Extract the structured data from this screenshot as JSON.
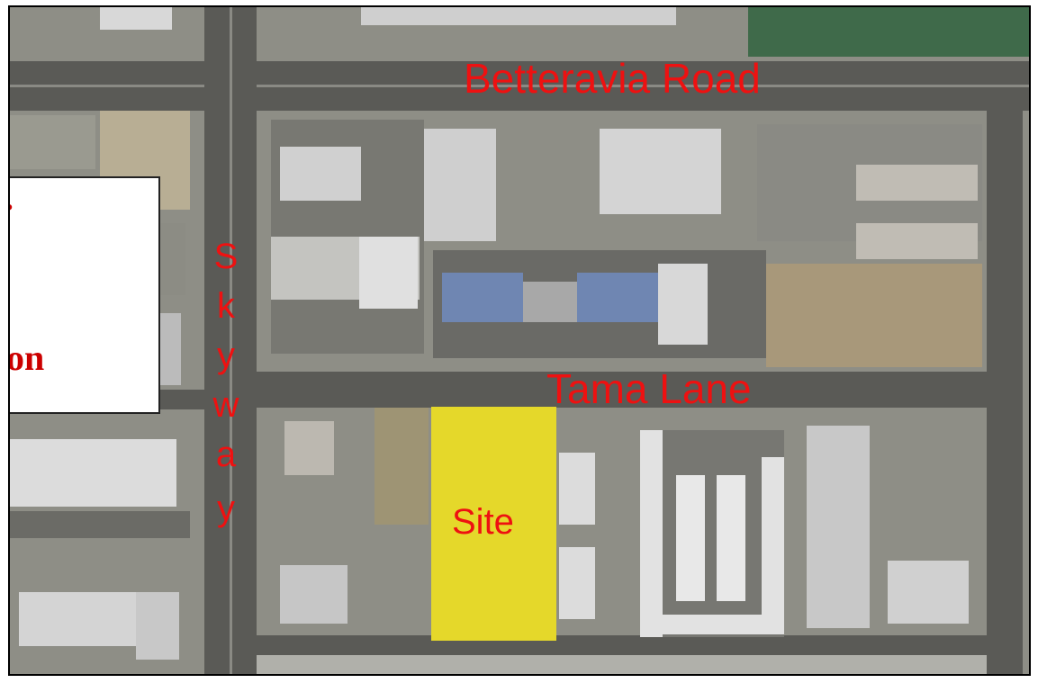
{
  "map": {
    "labels": {
      "north_road": "Betteravia Road",
      "middle_road": "Tama Lane",
      "west_road_letters": [
        "S",
        "k",
        "y",
        "w",
        "a",
        "y"
      ],
      "site": "Site"
    },
    "callout": {
      "line1": ".",
      "line2": "on"
    },
    "colors": {
      "label": "#ee1111",
      "site_highlight": "#e5d82a",
      "callout_text": "#cc0000"
    }
  }
}
